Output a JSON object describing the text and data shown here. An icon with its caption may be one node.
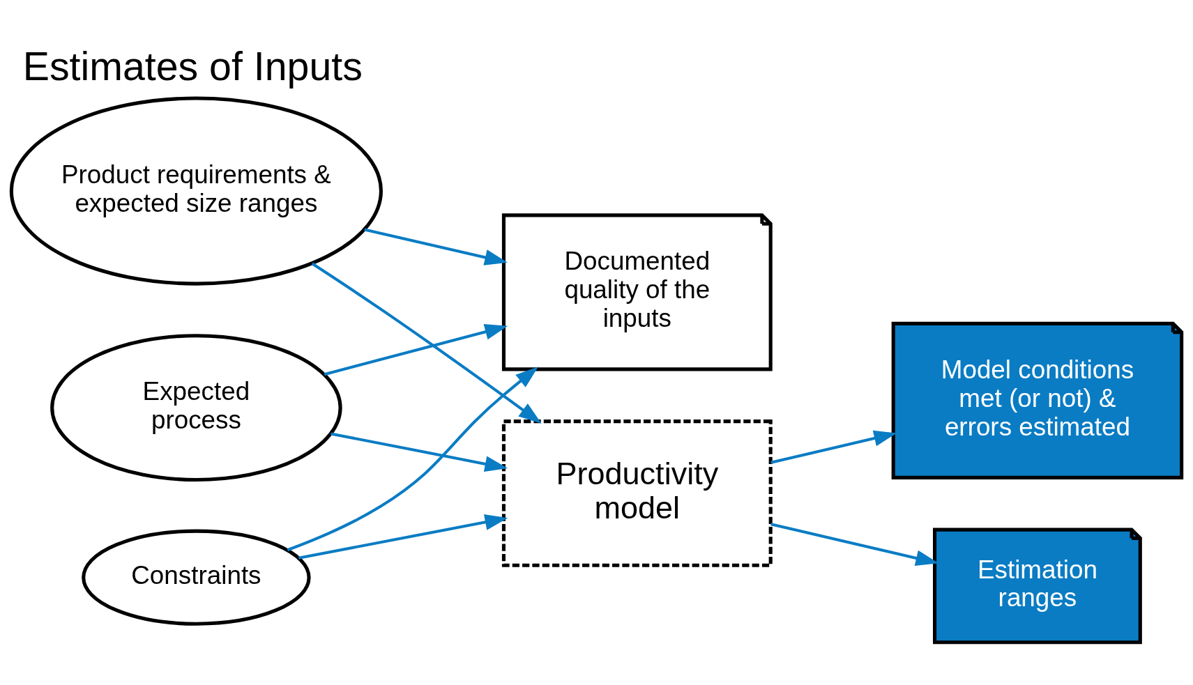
{
  "diagram": {
    "title": "Estimates of Inputs",
    "nodes": [
      {
        "text": [
          "Product requirements & expected size ranges"
        ]
      },
      {
        "text": [
          "Expected process"
        ]
      },
      {
        "text": [
          "Constraints"
        ]
      },
      {
        "text": [
          "Documented quality of the inputs"
        ]
      },
      {
        "text": [
          "Model conditions met (or not) & errors estimated"
        ]
      },
      {
        "text": [
          "Productivity model"
        ]
      },
      {
        "text": [
          "Estimation ranges"
        ]
      }
    ],
    "edges": [
      {
        "from": 0,
        "to": 3,
        "arrow": "to"
      },
      {
        "from": 0,
        "to": 5,
        "arrow": "to"
      },
      {
        "from": 1,
        "to": 3,
        "arrow": "to"
      },
      {
        "from": 1,
        "to": 5,
        "arrow": "to"
      },
      {
        "from": 2,
        "to": 3,
        "arrow": "to"
      },
      {
        "from": 2,
        "to": 5,
        "arrow": "to"
      },
      {
        "from": 5,
        "to": 4,
        "arrow": "to"
      },
      {
        "from": 5,
        "to": 6,
        "arrow": "to"
      }
    ]
  }
}
